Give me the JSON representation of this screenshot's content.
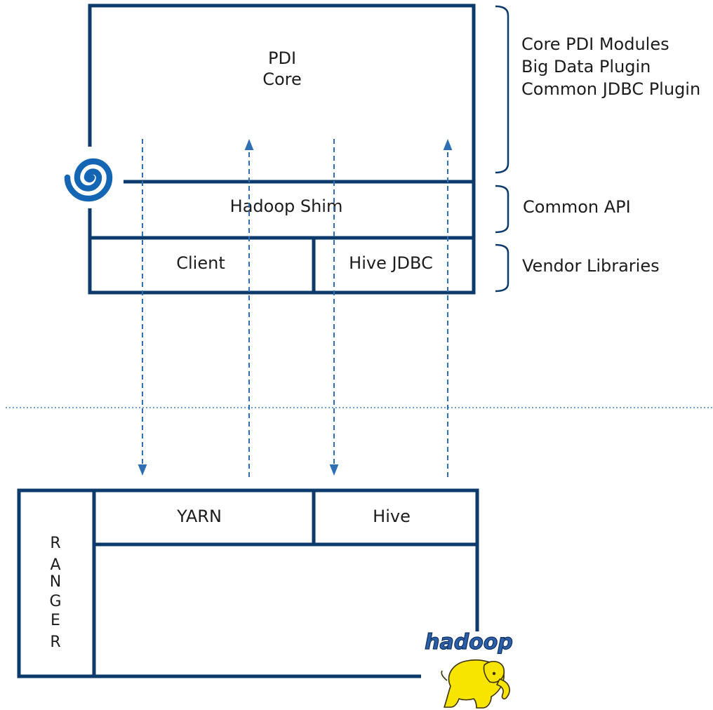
{
  "colors": {
    "frame": "#0c3a6b",
    "arrow": "#2f6fb3",
    "divider": "#3b83c4",
    "spiral": "#1565b5",
    "elephant": "#f7e500",
    "logo_text": "#2c5fa8",
    "text": "#1c1c1c"
  },
  "top_stack": {
    "core_line1": "PDI",
    "core_line2": "Core",
    "shim": "Hadoop Shim",
    "client": "Client",
    "hive_jdbc": "Hive JDBC",
    "logo_icon": "pentaho-spiral-icon"
  },
  "side_labels": {
    "core_modules": [
      "Core PDI Modules",
      "Big Data Plugin",
      "Common JDBC Plugin"
    ],
    "common_api": "Common API",
    "vendor_libraries": "Vendor Libraries"
  },
  "cluster": {
    "yarn": "YARN",
    "hive": "Hive",
    "ranger_letters": [
      "R",
      "A",
      "N",
      "G",
      "E",
      "R"
    ],
    "logo_text": "hadoop",
    "logo_icon": "hadoop-elephant-icon"
  }
}
